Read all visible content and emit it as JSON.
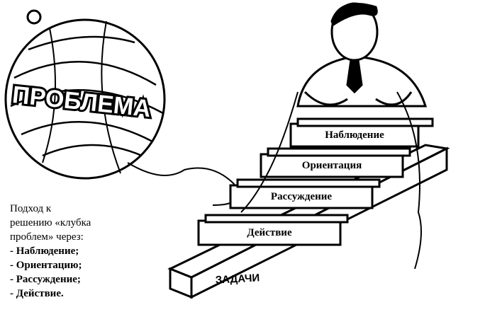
{
  "ball_label": "ПРОБЛЕМА",
  "caption": {
    "intro": [
      "Подход к",
      "решению «клубка",
      "проблем» через:"
    ],
    "items": [
      "- Наблюдение;",
      "- Ориентацию;",
      "- Рассуждение;",
      "- Действие."
    ]
  },
  "steps": [
    "Наблюдение",
    "Ориентация",
    "Рассуждение",
    "Действие"
  ],
  "base_label": "ЗАДАЧИ"
}
